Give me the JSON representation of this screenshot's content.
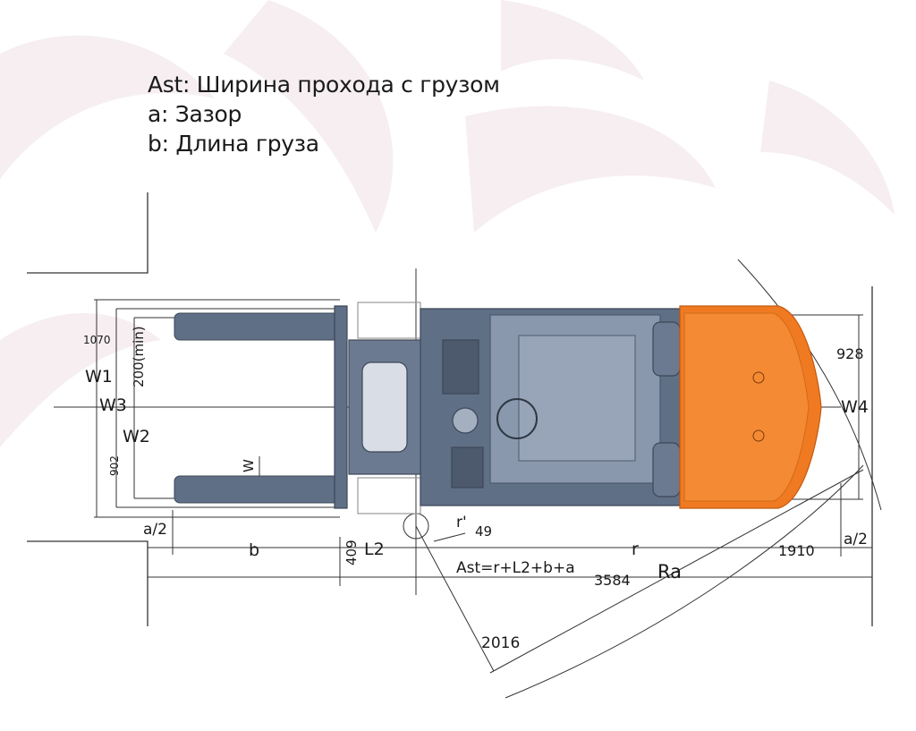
{
  "legend": {
    "ast": "Ast: Ширина прохода с грузом",
    "a": "a: Зазор",
    "b": "b: Длина груза"
  },
  "dimensions": {
    "v1070": "1070",
    "w1": "W1",
    "v200min": "200(min)",
    "w3": "W3",
    "w2": "W2",
    "v902": "902",
    "w": "W",
    "a_half_left": "a/2",
    "b": "b",
    "v409": "409",
    "l2": "L2",
    "r_prime": "r'",
    "v49": "49",
    "r": "r",
    "v1910": "1910",
    "a_half_right": "a/2",
    "formula": "Ast=r+L2+b+a",
    "v3584": "3584",
    "ra": "Ra",
    "v2016": "2016",
    "v928": "928",
    "w4": "W4"
  },
  "colors": {
    "body": "#5f6f86",
    "body_light": "#8a98ad",
    "counterweight": "#f07a22",
    "watermark": "#f6eef0",
    "line": "#333333"
  }
}
